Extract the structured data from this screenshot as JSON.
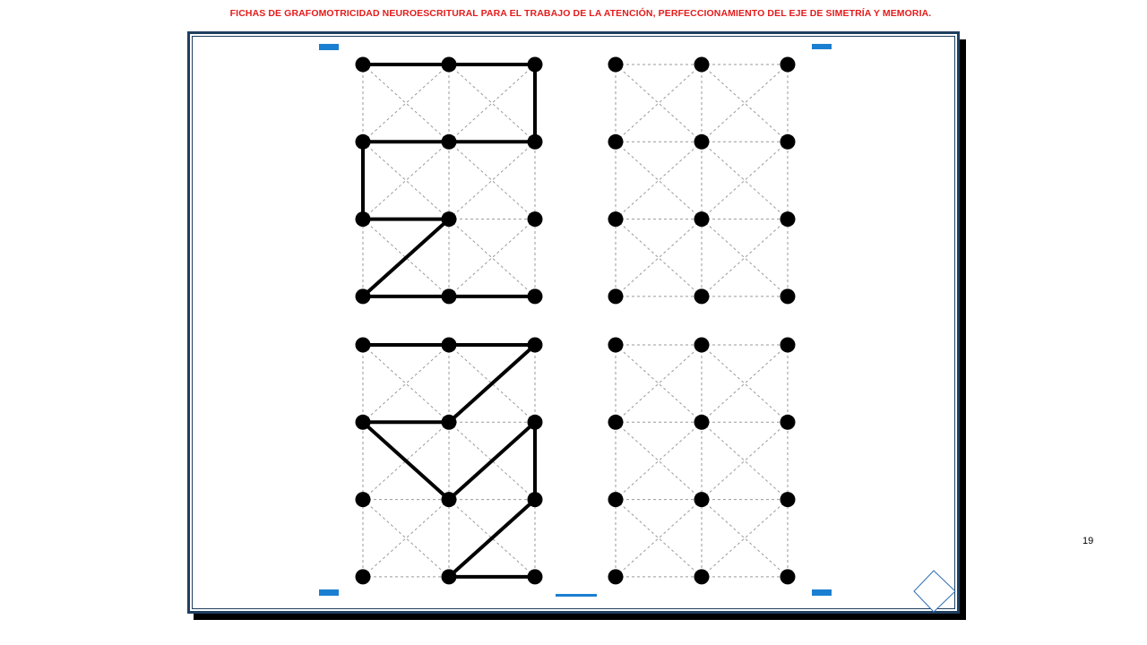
{
  "header": {
    "title": "FICHAS DE GRAFOMOTRICIDAD  NEUROESCRITURAL PARA EL TRABAJO DE LA ATENCIÓN, PERFECCIONAMIENTO DEL EJE DE SIMETRÍA  Y  MEMORIA."
  },
  "footer": {
    "page_number": "19"
  },
  "colors": {
    "title": "#e41b1b",
    "frame": "#1f3f5f",
    "marker": "#1b7fd1",
    "dot": "#000000",
    "guide": "#9a9a9a"
  },
  "exercises": [
    {
      "name": "model-1",
      "role": "model",
      "strokes": [
        [
          [
            0,
            0
          ],
          [
            1,
            0
          ]
        ],
        [
          [
            1,
            0
          ],
          [
            2,
            0
          ]
        ],
        [
          [
            2,
            0
          ],
          [
            2,
            1
          ]
        ],
        [
          [
            2,
            1
          ],
          [
            1,
            1
          ]
        ],
        [
          [
            1,
            1
          ],
          [
            0,
            1
          ]
        ],
        [
          [
            0,
            1
          ],
          [
            0,
            2
          ]
        ],
        [
          [
            0,
            2
          ],
          [
            1,
            2
          ]
        ],
        [
          [
            1,
            2
          ],
          [
            0,
            3
          ]
        ],
        [
          [
            0,
            3
          ],
          [
            1,
            3
          ]
        ],
        [
          [
            1,
            3
          ],
          [
            2,
            3
          ]
        ]
      ]
    },
    {
      "name": "copy-1",
      "role": "empty",
      "strokes": []
    },
    {
      "name": "model-2",
      "role": "model",
      "strokes": [
        [
          [
            0,
            0
          ],
          [
            1,
            0
          ]
        ],
        [
          [
            1,
            0
          ],
          [
            2,
            0
          ]
        ],
        [
          [
            2,
            0
          ],
          [
            1,
            1
          ]
        ],
        [
          [
            1,
            1
          ],
          [
            0,
            1
          ]
        ],
        [
          [
            0,
            1
          ],
          [
            1,
            2
          ]
        ],
        [
          [
            1,
            2
          ],
          [
            2,
            1
          ]
        ],
        [
          [
            2,
            1
          ],
          [
            2,
            2
          ]
        ],
        [
          [
            2,
            2
          ],
          [
            1,
            3
          ]
        ],
        [
          [
            1,
            3
          ],
          [
            2,
            3
          ]
        ]
      ]
    },
    {
      "name": "copy-2",
      "role": "empty",
      "strokes": []
    }
  ]
}
